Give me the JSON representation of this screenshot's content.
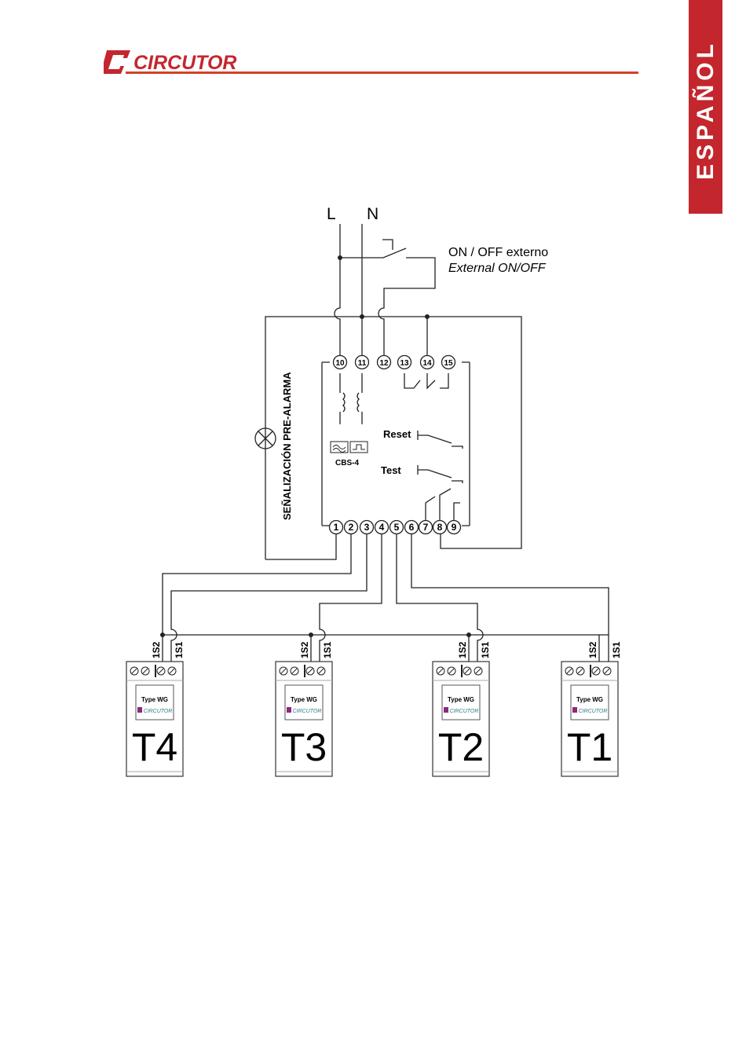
{
  "header": {
    "brand": "CIRCUTOR",
    "language_tab": "ESPAÑOL"
  },
  "colors": {
    "brand": "#c4262e",
    "rule": "#d2402a",
    "wire": "#222222",
    "logo_purple": "#8a2a7e",
    "logo_teal": "#2e7e86"
  },
  "diagram": {
    "lines": {
      "L": "L",
      "N": "N"
    },
    "onoff": {
      "es": "ON / OFF externo",
      "en": "External ON/OFF"
    },
    "prealarm_label": "SEÑALIZACIÓN PRE-ALARMA",
    "device": {
      "model": "CBS-4",
      "reset_label": "Reset",
      "test_label": "Test",
      "top_terminals": [
        "10",
        "11",
        "12",
        "13",
        "14",
        "15"
      ],
      "bottom_terminals": [
        "1",
        "2",
        "3",
        "4",
        "5",
        "6",
        "7",
        "8",
        "9"
      ]
    },
    "transformers": [
      {
        "name": "T4",
        "s2": "1S2",
        "s1": "1S1",
        "type": "Type WG",
        "brand": "CIRCUTOR"
      },
      {
        "name": "T3",
        "s2": "1S2",
        "s1": "1S1",
        "type": "Type WG",
        "brand": "CIRCUTOR"
      },
      {
        "name": "T2",
        "s2": "1S2",
        "s1": "1S1",
        "type": "Type WG",
        "brand": "CIRCUTOR"
      },
      {
        "name": "T1",
        "s2": "1S2",
        "s1": "1S1",
        "type": "Type WG",
        "brand": "CIRCUTOR"
      }
    ]
  }
}
